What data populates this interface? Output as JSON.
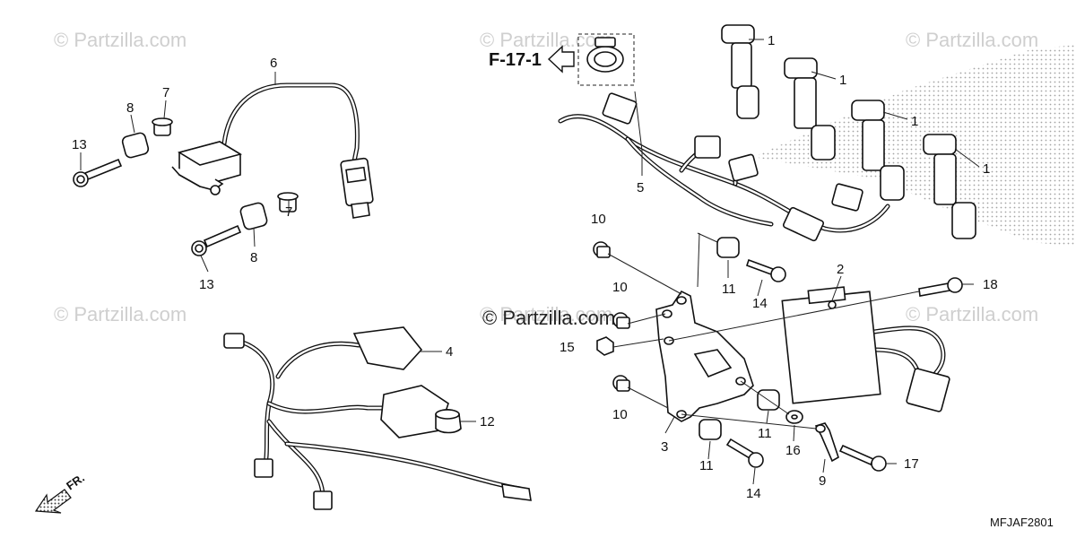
{
  "diagram": {
    "watermarks": [
      "© Partzilla.com",
      "© Partzilla.com",
      "© Partzilla.com",
      "© Partzilla.com",
      "© Partzilla.com",
      "© Partzilla.com"
    ],
    "copyright": "© Partzilla.com",
    "reference_label": "F-17-1",
    "front_label": "FR.",
    "diagram_code": "MFJAF2801",
    "callouts": {
      "c1a": "1",
      "c1b": "1",
      "c1c": "1",
      "c1d": "1",
      "c2": "2",
      "c3": "3",
      "c4": "4",
      "c5": "5",
      "c6": "6",
      "c7a": "7",
      "c7b": "7",
      "c8a": "8",
      "c8b": "8",
      "c9": "9",
      "c10a": "10",
      "c10b": "10",
      "c10c": "10",
      "c11a": "11",
      "c11b": "11",
      "c11c": "11",
      "c12": "12",
      "c13a": "13",
      "c13b": "13",
      "c14a": "14",
      "c14b": "14",
      "c15": "15",
      "c16": "16",
      "c17": "17",
      "c18": "18"
    }
  }
}
